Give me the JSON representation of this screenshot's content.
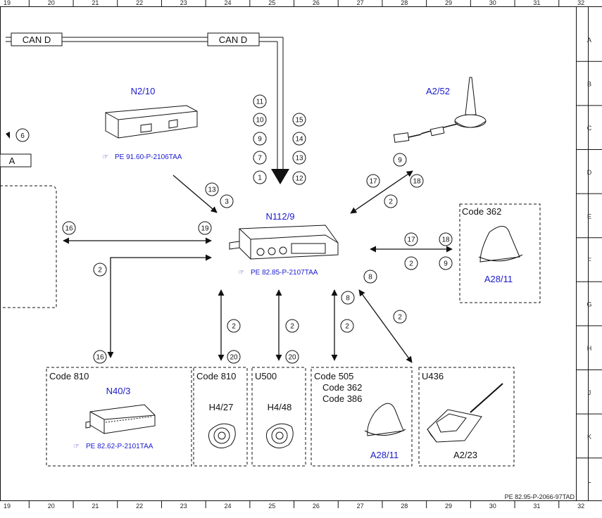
{
  "colors": {
    "accent": "#1a1acc",
    "line": "#111111",
    "background": "#ffffff"
  },
  "grid": {
    "columns": [
      "19",
      "20",
      "21",
      "22",
      "23",
      "24",
      "25",
      "26",
      "27",
      "28",
      "29",
      "30",
      "31",
      "32"
    ],
    "rows": [
      "A",
      "B",
      "C",
      "D",
      "E",
      "F",
      "G",
      "H",
      "J",
      "K",
      "L"
    ]
  },
  "bus": {
    "left_label": "CAN D",
    "right_label": "CAN D"
  },
  "partial": {
    "left_box_letter": "A",
    "left_marker": "6"
  },
  "components": {
    "n2_10": {
      "label": "N2/10",
      "ref": "PE 91.60-P-2106TAA"
    },
    "a2_52": {
      "label": "A2/52"
    },
    "n112_9": {
      "label": "N112/9",
      "ref": "PE 82.85-P-2107TAA"
    },
    "n40_3": {
      "code": "Code 810",
      "label": "N40/3",
      "ref": "PE 82.62-P-2101TAA"
    },
    "h4_27": {
      "code": "Code 810",
      "label": "H4/27"
    },
    "h4_48": {
      "code": "U500",
      "label": "H4/48"
    },
    "a28_11_low": {
      "code1": "Code 505",
      "code2": "Code 362",
      "code3": "Code 386",
      "label": "A28/11"
    },
    "a2_23": {
      "code": "U436",
      "label": "A2/23"
    },
    "a28_11_right": {
      "code": "Code 362",
      "label": "A28/11"
    }
  },
  "markers": {
    "stack_left": [
      "11",
      "10",
      "9",
      "7",
      "1"
    ],
    "stack_right": [
      "15",
      "14",
      "13",
      "12"
    ],
    "n2_10_link": [
      "13",
      "3"
    ],
    "left_link": [
      "16",
      "19"
    ],
    "n40_link": [
      "2",
      "16"
    ],
    "a2_52_link": [
      "9",
      "17",
      "18",
      "2"
    ],
    "right_link": [
      "17",
      "18",
      "2",
      "9"
    ],
    "h4_27_link": [
      "2",
      "20"
    ],
    "h4_48_link": [
      "2",
      "20"
    ],
    "a28_low_link": [
      "8",
      "2"
    ],
    "a2_23_link": [
      "8",
      "2"
    ]
  },
  "footer_ref": "PE 82.95-P-2066-97TAD"
}
